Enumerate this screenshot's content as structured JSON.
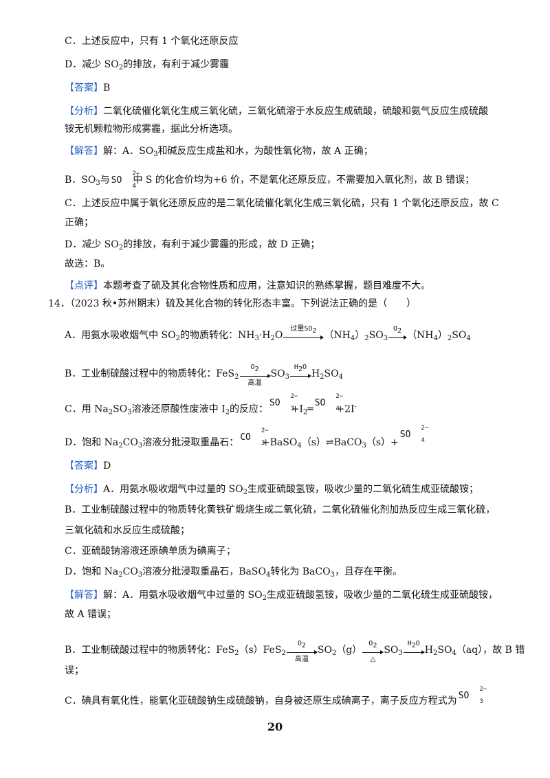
{
  "lines": {
    "l1": "C．上述反应中，只有 1 个氧化还原反应",
    "l2a": "D．减少 SO",
    "l2b": "的排放，有利于减少雾霾",
    "ans1_tag": "【答案】",
    "ans1_val": "B",
    "an1_tag": "【分析】",
    "an1_text": "二氧化硫催化氧化生成三氧化硫，三氧化硫溶于水反应生成硫酸，硫酸和氨气反应生成硫酸",
    "an1_cont": "铵无机颗粒物形成雾霾，据此分析选项。",
    "sol1_tag": "【解答】",
    "sol1_a1": "解：A．SO",
    "sol1_a2": "和碱反应生成盐和水，为酸性氧化物，故 A 正确；",
    "sol1_b1": "B．SO",
    "sol1_b2": "与",
    "sol1_b3": "中 S 的化合价均为+6 价，不是氧化还原反应，不需要加入氧化剂，故 B 错误；",
    "sol1_c1": "C．上述反应中属于氧化还原反应的是二氧化硫催化氧化生成三氧化硫，只有 1 个氧化还原反应，故 C",
    "sol1_c2": "正确；",
    "sol1_d1": "D．减少 SO",
    "sol1_d2": "的排放，有利于减少雾霾的形成，故 D 正确；",
    "sol1_end": "故选：B。",
    "rev_tag": "【点评】",
    "rev_text": "本题考查了硫及其化合物性质和应用，注意知识的熟练掌握，题目难度不大。",
    "q14": "14．（2023 秋•苏州期末）硫及其化合物的转化形态丰富。下列说法正确的是（　　）",
    "q14a_1": "A．用氨水吸收烟气中 SO",
    "q14a_2": "的物质转化：NH",
    "q14a_3": "·H",
    "q14a_4": "O",
    "q14a_5": "（NH",
    "q14a_6": "）",
    "q14a_7": "SO",
    "q14a_8": "（NH",
    "q14a_9": "）",
    "q14a_10": "SO",
    "q14b_1": "B．工业制硫酸过程中的物质转化：FeS",
    "q14b_2": "SO",
    "q14b_3": "H",
    "q14b_4": "SO",
    "q14c_1": "C．用 Na",
    "q14c_2": "SO",
    "q14c_3": "溶液还原酸性废液中 I",
    "q14c_4": "的反应：",
    "q14c_5": "+I",
    "q14c_6": "═",
    "q14c_7": "+2I",
    "q14d_1": "D．饱和 Na",
    "q14d_2": "CO",
    "q14d_3": "溶液分批浸取重晶石：",
    "q14d_4": "+BaSO",
    "q14d_5": "（s）⇌BaCO",
    "q14d_6": "（s）+",
    "ans2_tag": "【答案】",
    "ans2_val": "D",
    "an2_tag": "【分析】",
    "an2_a1": "A．用氨水吸收烟气中过量的 SO",
    "an2_a2": "生成亚硫酸氢铵，吸收少量的二氧化硫生成亚硫酸铵；",
    "an2_b1": "B．工业制硫酸过程中的物质转化黄铁矿煅烧生成二氧化硫，二氧化硫催化剂加热反应生成三氧化硫，",
    "an2_b2": "三氧化硫和水反应生成硫酸；",
    "an2_c": "C．亚硫酸钠溶液还原碘单质为碘离子；",
    "an2_d1": "D．饱和 Na",
    "an2_d2": "CO",
    "an2_d3": "溶液分批浸取重晶石，BaSO",
    "an2_d4": "转化为 BaCO",
    "an2_d5": "，且存在平衡。",
    "sol2_tag": "【解答】",
    "sol2_a1": "解：A．用氨水吸收烟气中过量的 SO",
    "sol2_a2": "生成亚硫酸氢铵，吸收少量的二氧化硫生成亚硫酸铵，",
    "sol2_a3": "故 A 错误；",
    "sol2_b1": "B．工业制硫酸过程中的物质转化：FeS",
    "sol2_b2": "（s）FeS",
    "sol2_b3": "SO",
    "sol2_b4": "（g）",
    "sol2_b5": "SO",
    "sol2_b6": "H",
    "sol2_b7": "SO",
    "sol2_b8": "（aq），故 B 错",
    "sol2_b9": "误；",
    "sol2_c1": "C．碘具有氧化性，能氧化亚硫酸钠生成硫酸钠，自身被还原生成碘离子，离子反应方程式为"
  },
  "ions": {
    "so4": {
      "base": "SO",
      "num": "4",
      "charge": "2−"
    },
    "so3": {
      "base": "SO",
      "num": "3",
      "charge": "2−"
    },
    "co3": {
      "base": "CO",
      "num": "3",
      "charge": "2−"
    }
  },
  "arrows": {
    "excess_so2": "过量SO",
    "o2": "O",
    "h2o": "H",
    "high_temp": "高温",
    "heat": "△"
  },
  "subs": {
    "two": "2",
    "three": "3",
    "four": "4",
    "minus": "-"
  },
  "page_number": "20"
}
